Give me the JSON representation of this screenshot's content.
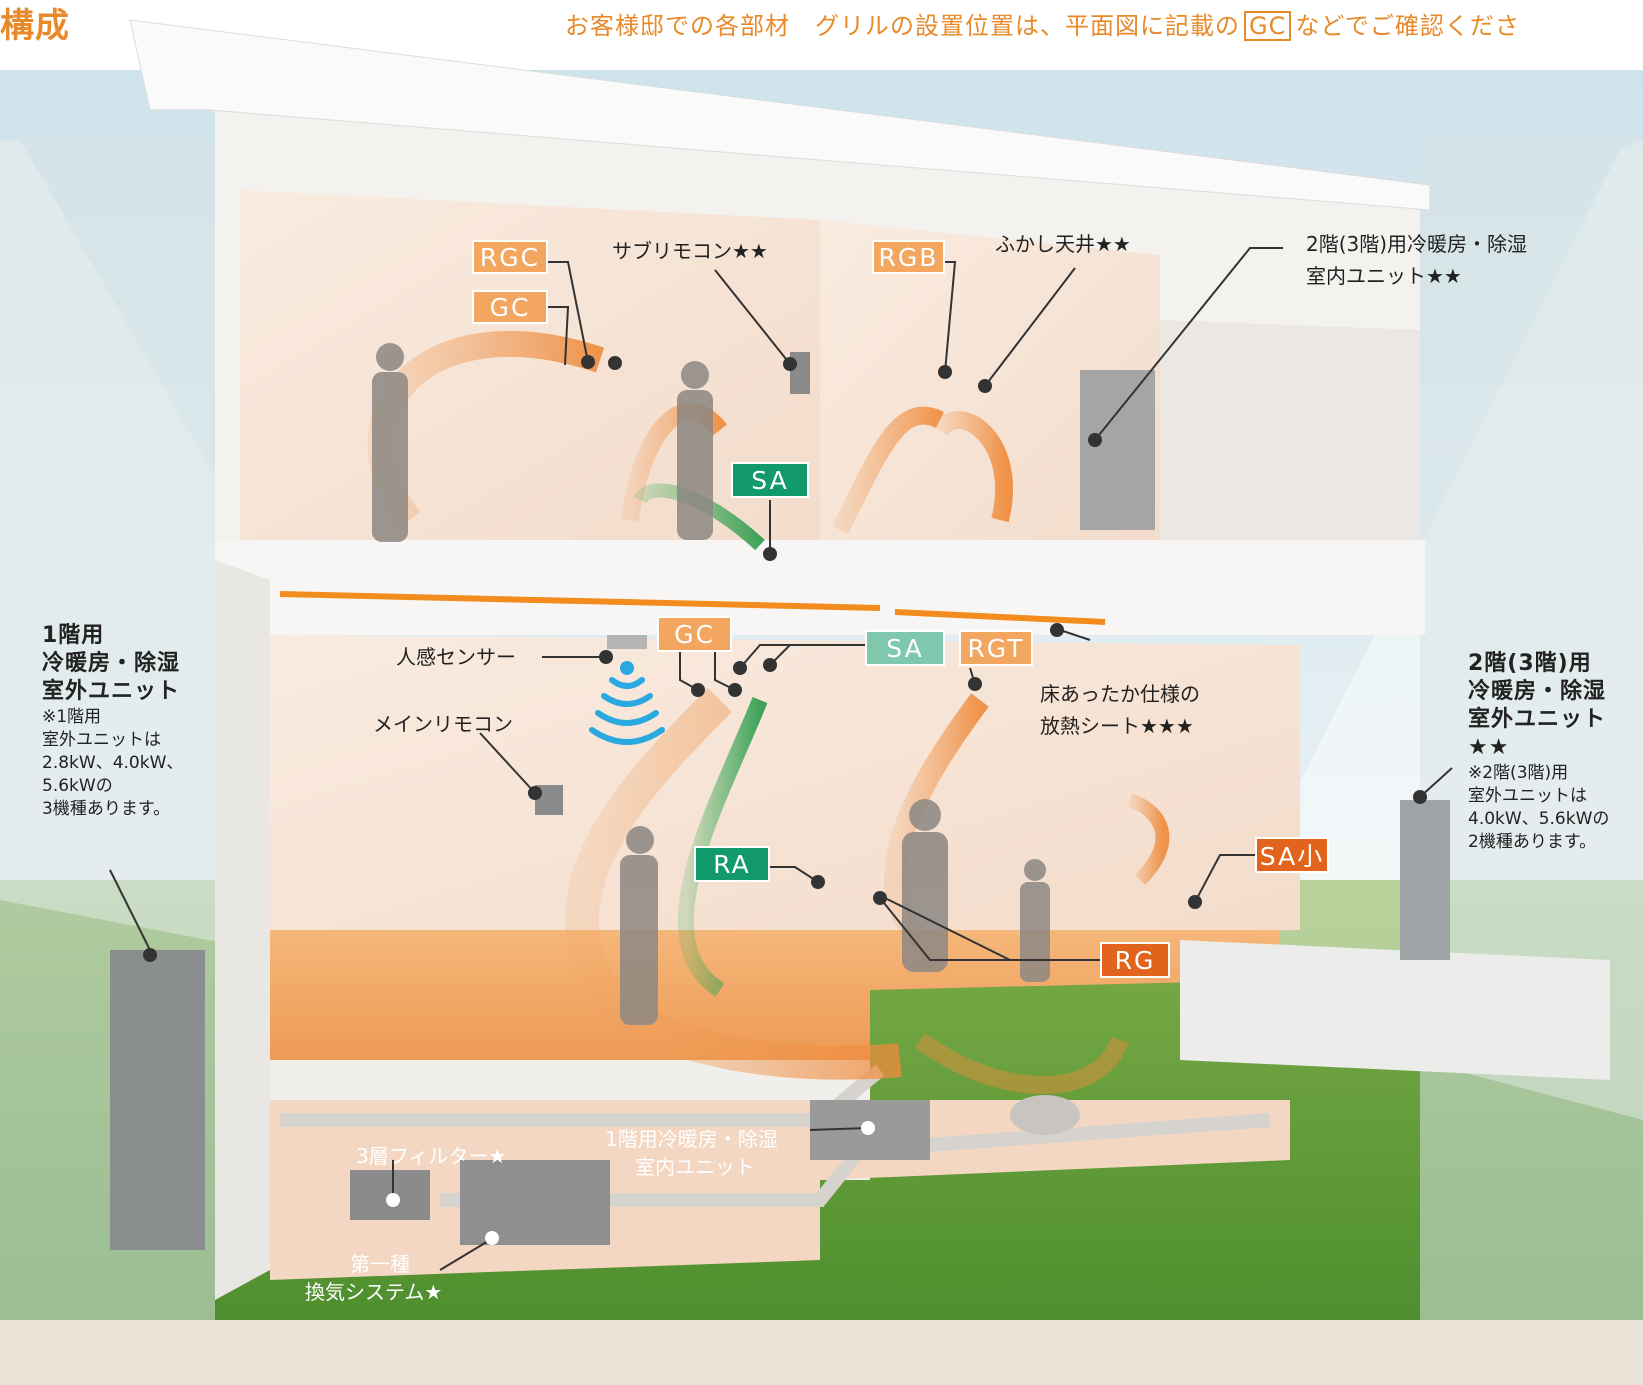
{
  "header": {
    "title": "構成",
    "note_prefix": "お客様邸での各部材　グリルの設置位置は、平面図に記載の",
    "note_code": "GC",
    "note_suffix": "などでご確認くださ"
  },
  "tags": {
    "rgc": "RGC",
    "gc_upper": "GC",
    "rgb": "RGB",
    "sa_upper": "SA",
    "gc_lower": "GC",
    "sa_lower": "SA",
    "rgt": "RGT",
    "ra": "RA",
    "sa_small": "SA小",
    "rg": "RG"
  },
  "labels": {
    "sub_remote": "サブリモコン★★",
    "raised_ceiling": "ふかし天井★★",
    "indoor_2f_line1": "2階(3階)用冷暖房・除湿",
    "indoor_2f_line2": "室内ユニット★★",
    "motion_sensor": "人感センサー",
    "main_remote": "メインリモコン",
    "floor_heat_line1": "床あったか仕様の",
    "floor_heat_line2": "放熱シート★★★",
    "filter": "3層フィルター★",
    "indoor_1f_line1": "1階用冷暖房・除湿",
    "indoor_1f_line2": "室内ユニット",
    "vent_line1": "第一種",
    "vent_line2": "換気システム★"
  },
  "outdoor_1f": {
    "line1": "1階用",
    "line2": "冷暖房・除湿",
    "line3": "室外ユニット",
    "note1": "※1階用",
    "note2": "室外ユニットは",
    "note3": "2.8kW、4.0kW、",
    "note4": "5.6kWの",
    "note5": "3機種あります。"
  },
  "outdoor_2f": {
    "line1": "2階(3階)用",
    "line2": "冷暖房・除湿",
    "line3": "室外ユニット",
    "line4": "★★",
    "note1": "※2階(3階)用",
    "note2": "室外ユニットは",
    "note3": "4.0kW、5.6kWの",
    "note4": "2機種あります。"
  },
  "colors": {
    "tag_orange": "#f2a65f",
    "tag_green": "#129a6b",
    "tag_light_green": "#7fc8ae",
    "tag_dark_orange": "#e2641c",
    "heading_orange": "#e8892a",
    "sensor_wave": "#2aa8e0"
  }
}
